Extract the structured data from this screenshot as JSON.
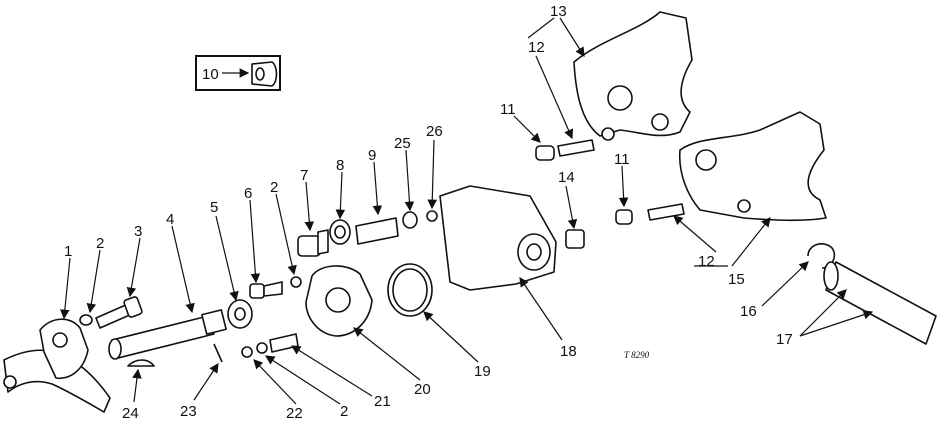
{
  "drawing_code": "T 8290",
  "inset_label": "10",
  "callouts": [
    "1",
    "2",
    "3",
    "4",
    "5",
    "6",
    "2",
    "7",
    "8",
    "9",
    "25",
    "26",
    "13",
    "12",
    "11",
    "11",
    "14",
    "12",
    "15",
    "16",
    "17",
    "18",
    "19",
    "20",
    "21",
    "2",
    "22",
    "23",
    "24"
  ]
}
